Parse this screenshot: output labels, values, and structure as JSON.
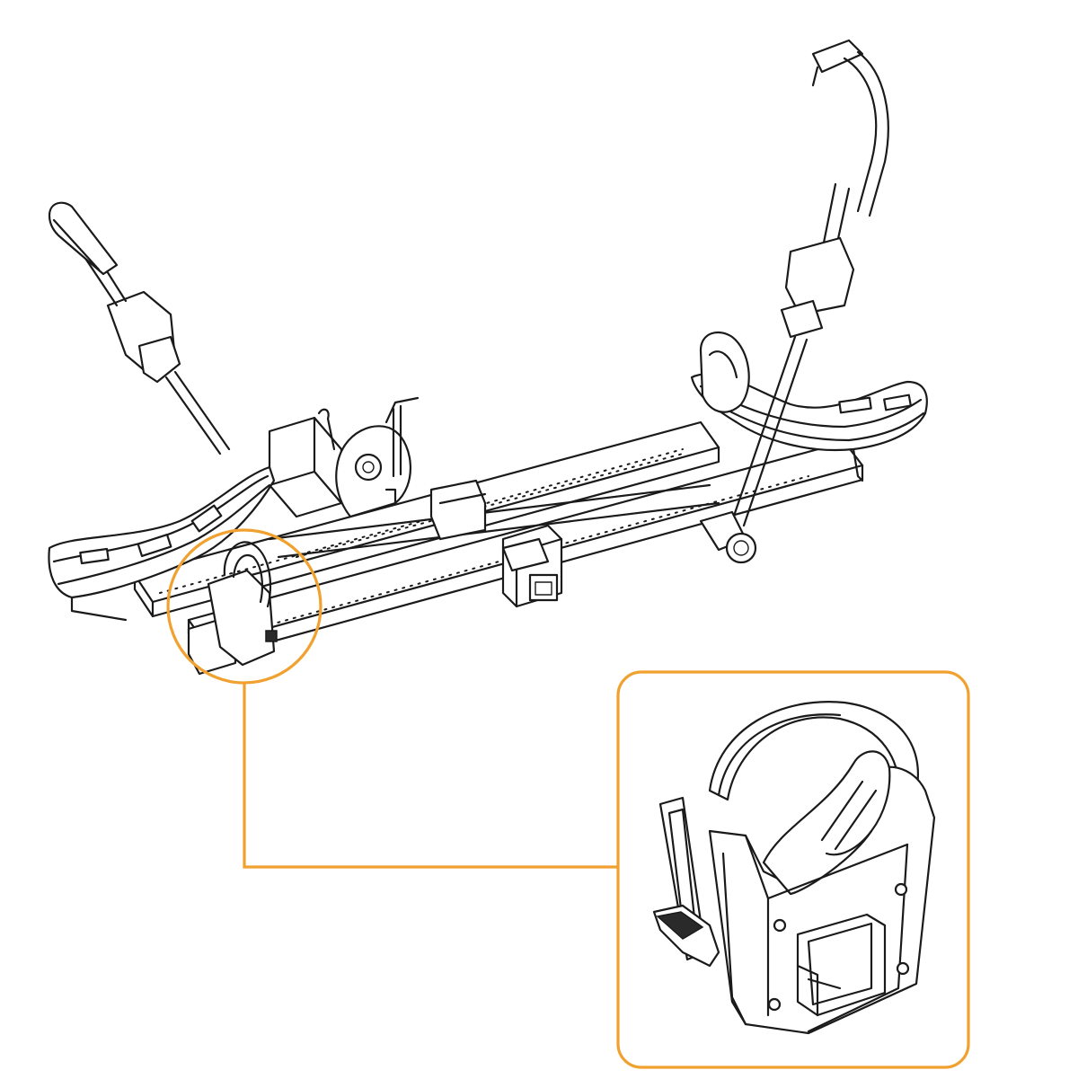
{
  "colors": {
    "callout": "#f0a12f",
    "line": "#1a1a1a",
    "background": "#ffffff"
  },
  "parts": [
    "hitch-bike-rack",
    "left-wheel-tray",
    "right-wheel-tray",
    "left-ratchet-arm",
    "right-ratchet-arm",
    "main-crossbar",
    "hitch-receiver-mount",
    "tilt-lever",
    "wheel-cradle-detail"
  ]
}
